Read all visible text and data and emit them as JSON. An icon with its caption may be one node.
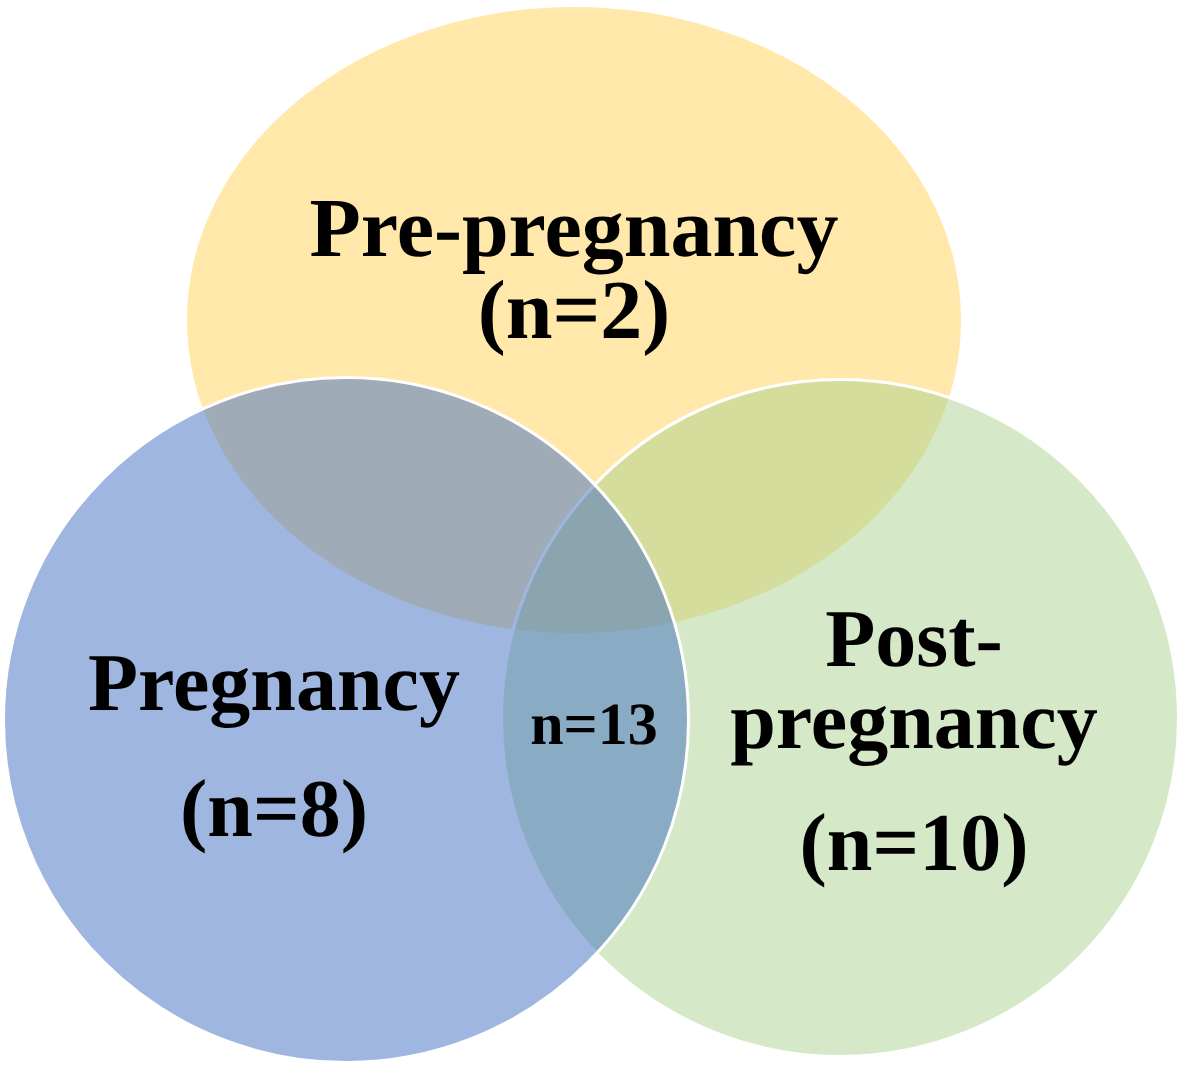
{
  "diagram": {
    "nodes": [
      {
        "text": [
          "Pre-pregnancy",
          "(n=2)"
        ]
      },
      {
        "text": [
          "Pregnancy",
          "(n=8)"
        ]
      },
      {
        "text": [
          "Post-pregnancy",
          "(n=10)"
        ]
      }
    ],
    "labels": [
      "n=13"
    ]
  }
}
